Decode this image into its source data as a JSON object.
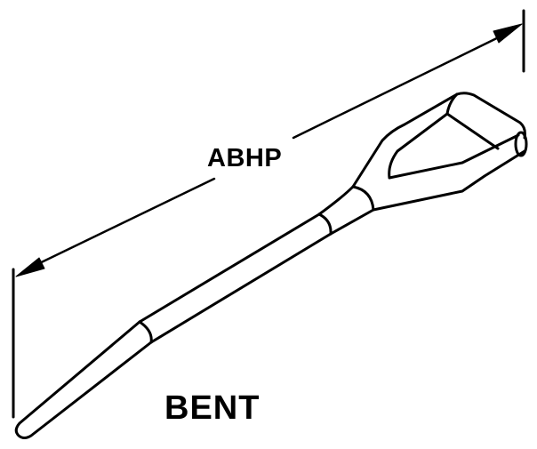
{
  "diagram": {
    "subject": "handle",
    "variant_label": "BENT",
    "dimension": {
      "label": "ABHP",
      "type": "overall-length"
    },
    "colors": {
      "line": "#000000",
      "background": "#ffffff"
    }
  }
}
